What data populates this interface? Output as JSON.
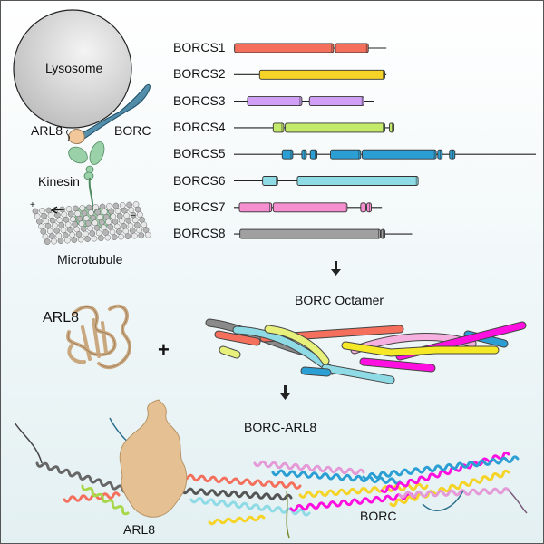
{
  "cell_panel": {
    "lysosome_label": "Lysosome",
    "arl8_label": "ARL8",
    "borc_label": "BORC",
    "kinesin_label": "Kinesin",
    "microtubule_label": "Microtubule",
    "plus_end": "+",
    "minus_end": "−"
  },
  "domains_panel": {
    "proteins": [
      {
        "name": "BORCS1",
        "color": "#f46f5c",
        "line": [
          0.0,
          0.505
        ],
        "segments": [
          [
            0.002,
            0.33
          ],
          [
            0.336,
            0.445
          ]
        ]
      },
      {
        "name": "BORCS2",
        "color": "#f5d327",
        "line": [
          0.0,
          0.505
        ],
        "segments": [
          [
            0.085,
            0.5
          ]
        ]
      },
      {
        "name": "BORCS3",
        "color": "#d09ef5",
        "line": [
          0.0,
          0.465
        ],
        "segments": [
          [
            0.045,
            0.225
          ],
          [
            0.25,
            0.43
          ]
        ]
      },
      {
        "name": "BORCS4",
        "color": "#c4ea6a",
        "line": [
          0.0,
          0.53
        ],
        "segments": [
          [
            0.13,
            0.165
          ],
          [
            0.17,
            0.5
          ],
          [
            0.515,
            0.53
          ]
        ]
      },
      {
        "name": "BORCS5",
        "color": "#2b9fd4",
        "line": [
          0.0,
          1.0
        ],
        "segments": [
          [
            0.16,
            0.195
          ],
          [
            0.225,
            0.24
          ],
          [
            0.253,
            0.275
          ],
          [
            0.32,
            0.42
          ],
          [
            0.425,
            0.67
          ],
          [
            0.675,
            0.69
          ],
          [
            0.714,
            0.732
          ]
        ]
      },
      {
        "name": "BORCS6",
        "color": "#8edbe6",
        "line": [
          0.0,
          0.61
        ],
        "segments": [
          [
            0.095,
            0.145
          ],
          [
            0.21,
            0.61
          ]
        ]
      },
      {
        "name": "BORCS7",
        "color": "#f58fd0",
        "line": [
          0.0,
          0.49
        ],
        "segments": [
          [
            0.018,
            0.125
          ],
          [
            0.13,
            0.375
          ],
          [
            0.42,
            0.437
          ],
          [
            0.44,
            0.455
          ]
        ]
      },
      {
        "name": "BORCS8",
        "color": "#a0a0a0",
        "line": [
          0.0,
          0.59
        ],
        "segments": [
          [
            0.02,
            0.485
          ],
          [
            0.487,
            0.5
          ]
        ]
      }
    ]
  },
  "structure_panel": {
    "arl8_label": "ARL8",
    "plus_sign": "+",
    "octamer_label": "BORC Octamer",
    "complex_label": "BORC-ARL8",
    "complex_arl8_label": "ARL8",
    "complex_borc_label": "BORC"
  },
  "colors": {
    "arl8": "#e7c49a",
    "borc_cartoon": "#2b6f8c",
    "kinesin": "#9bd1a8",
    "lysosome": "#cfcfcf"
  }
}
